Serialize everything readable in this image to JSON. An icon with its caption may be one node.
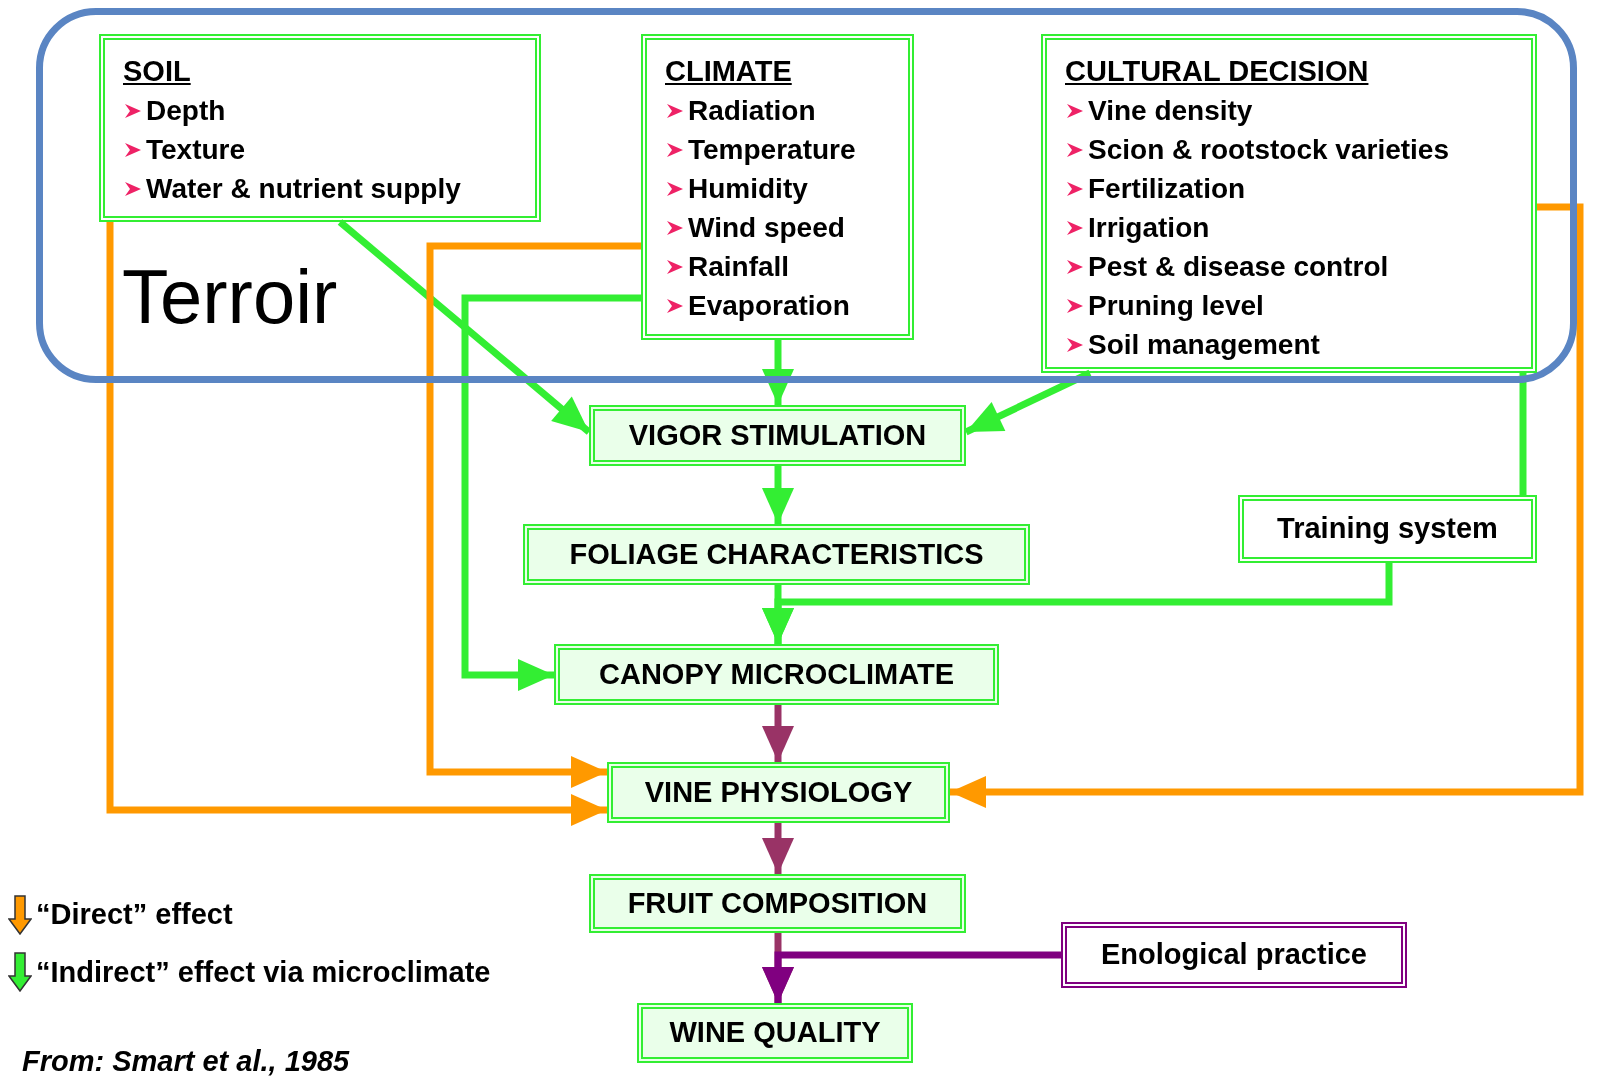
{
  "diagram": {
    "nodes": [
      {
        "text": [
          "Terroir"
        ]
      },
      {
        "text": [
          "SOIL",
          "Depth",
          "Texture",
          "Water & nutrient supply"
        ],
        "in": 0
      },
      {
        "text": [
          "CLIMATE",
          "Radiation",
          "Temperature",
          "Humidity",
          "Wind speed",
          "Rainfall",
          "Evaporation"
        ],
        "in": 0
      },
      {
        "text": [
          "CULTURAL DECISION",
          "Vine density",
          "Scion & rootstock varieties",
          "Fertilization",
          "Irrigation",
          "Pest & disease control",
          "Pruning level",
          "Soil management"
        ],
        "in": 0
      },
      {
        "text": [
          "VIGOR STIMULATION"
        ]
      },
      {
        "text": [
          "FOLIAGE CHARACTERISTICS"
        ]
      },
      {
        "text": [
          "Training system"
        ]
      },
      {
        "text": [
          "CANOPY MICROCLIMATE"
        ]
      },
      {
        "text": [
          "VINE PHYSIOLOGY"
        ]
      },
      {
        "text": [
          "FRUIT COMPOSITION"
        ]
      },
      {
        "text": [
          "Enological practice"
        ]
      },
      {
        "text": [
          "WINE QUALITY"
        ]
      }
    ],
    "edges": [
      {
        "from": 1,
        "to": 4,
        "arrow": "to"
      },
      {
        "from": 2,
        "to": 4,
        "arrow": "to"
      },
      {
        "from": 3,
        "to": 4,
        "arrow": "to"
      },
      {
        "from": 4,
        "to": 5,
        "arrow": "to"
      },
      {
        "from": 5,
        "to": 7,
        "arrow": "to"
      },
      {
        "from": 6,
        "to": 7,
        "arrow": "to"
      },
      {
        "from": 2,
        "to": 7,
        "arrow": "to"
      },
      {
        "from": 2,
        "to": 8,
        "arrow": "to",
        "color": "#ff9900"
      },
      {
        "from": 1,
        "to": 8,
        "arrow": "to",
        "color": "#ff9900"
      },
      {
        "from": 3,
        "to": 8,
        "arrow": "to",
        "color": "#ff9900"
      },
      {
        "from": 7,
        "to": 8,
        "arrow": "to",
        "color": "#993366"
      },
      {
        "from": 8,
        "to": 9,
        "arrow": "to",
        "color": "#993366"
      },
      {
        "from": 9,
        "to": 11,
        "arrow": "to",
        "color": "#993366"
      },
      {
        "from": 10,
        "to": 11,
        "arrow": "to",
        "color": "#800080"
      },
      {
        "from": 3,
        "to": 6,
        "arrow": "none"
      }
    ],
    "labels": [
      "From: Smart et al., 1985"
    ],
    "legend": [
      {
        "text": "“Direct” effect",
        "color": "#ff9900"
      },
      {
        "text": "“Indirect” effect via microclimate",
        "color": "#33ee33"
      }
    ]
  }
}
